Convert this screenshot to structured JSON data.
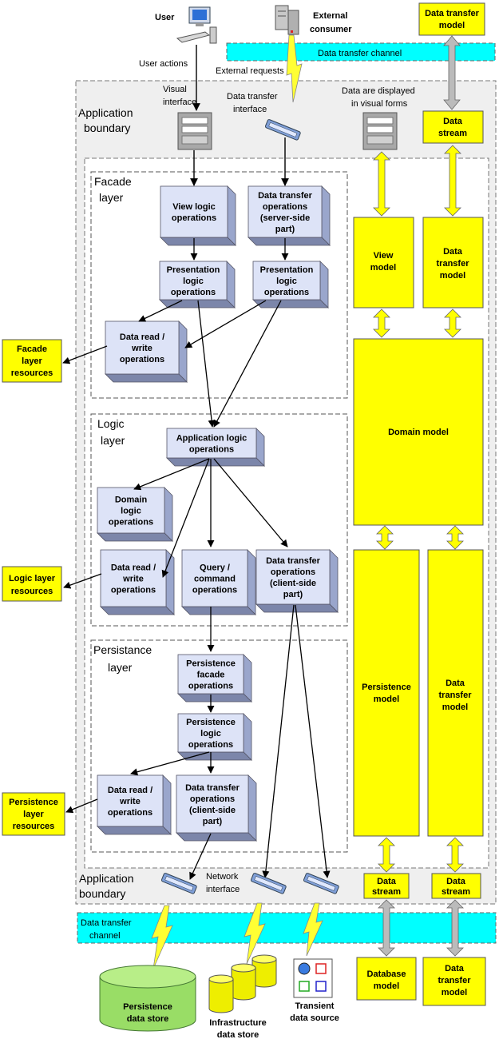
{
  "diagram": {
    "top": {
      "user": "User",
      "external": [
        "External",
        "consumer"
      ],
      "user_actions": "User actions",
      "visual_interface": [
        "Visual",
        "interface"
      ],
      "external_requests": "External requests",
      "data_transfer_interface": [
        "Data transfer",
        "interface"
      ],
      "displayed": [
        "Data are displayed",
        "in visual forms"
      ],
      "dt_channel": "Data transfer channel",
      "dt_model": [
        "Data transfer",
        "model"
      ]
    },
    "app_boundary_top": [
      "Application",
      "boundary"
    ],
    "app_boundary_bottom": [
      "Application",
      "boundary"
    ],
    "network_interface": [
      "Network",
      "interface"
    ],
    "layers": {
      "facade": [
        "Facade",
        "layer"
      ],
      "logic": [
        "Logic",
        "layer"
      ],
      "persistence": [
        "Persistance",
        "layer"
      ]
    },
    "ops": {
      "view_logic": [
        "View logic",
        "operations"
      ],
      "dt_server": [
        "Data transfer",
        "operations",
        "(server-side",
        "part)"
      ],
      "pres_logic_1": [
        "Presentation",
        "logic",
        "operations"
      ],
      "pres_logic_2": [
        "Presentation",
        "logic",
        "operations"
      ],
      "facade_rw": [
        "Data read /",
        "write",
        "operations"
      ],
      "app_logic": [
        "Application logic",
        "operations"
      ],
      "domain_logic": [
        "Domain",
        "logic",
        "operations"
      ],
      "logic_rw": [
        "Data read /",
        "write",
        "operations"
      ],
      "query_cmd": [
        "Query /",
        "command",
        "operations"
      ],
      "dt_client_1": [
        "Data transfer",
        "operations",
        "(client-side",
        "part)"
      ],
      "pers_facade": [
        "Persistence",
        "facade",
        "operations"
      ],
      "pers_logic": [
        "Persistence",
        "logic",
        "operations"
      ],
      "pers_rw": [
        "Data read /",
        "write",
        "operations"
      ],
      "dt_client_2": [
        "Data transfer",
        "operations",
        "(client-side",
        "part)"
      ]
    },
    "resources": {
      "facade": [
        "Facade",
        "layer",
        "resources"
      ],
      "logic": [
        "Logic layer",
        "resources"
      ],
      "persistence": [
        "Persistence",
        "layer",
        "resources"
      ]
    },
    "models": {
      "data_stream_top": [
        "Data",
        "stream"
      ],
      "view_model": [
        "View",
        "model"
      ],
      "dt_model_mid": [
        "Data",
        "transfer",
        "model"
      ],
      "domain_model": [
        "Domain model"
      ],
      "persistence_model": [
        "Persistence",
        "model"
      ],
      "dt_model_low": [
        "Data",
        "transfer",
        "model"
      ],
      "data_stream_b1": [
        "Data",
        "stream"
      ],
      "data_stream_b2": [
        "Data",
        "stream"
      ],
      "database_model": [
        "Database",
        "model"
      ],
      "dt_model_bottom": [
        "Data",
        "transfer",
        "model"
      ]
    },
    "bottom": {
      "dt_channel": [
        "Data transfer",
        "channel"
      ],
      "persistence_store": [
        "Persistence",
        "data store"
      ],
      "infra_store": [
        "Infrastructure",
        "data store"
      ],
      "transient": [
        "Transient",
        "data source"
      ]
    },
    "colors": {
      "yellow": "#ffff00",
      "cyan": "#00ffff",
      "box_face": "#dde3f7",
      "box_side": "#9aa6cc",
      "cylinder_green": "#99dd66",
      "cylinder_yellow": "#eeee00"
    }
  }
}
